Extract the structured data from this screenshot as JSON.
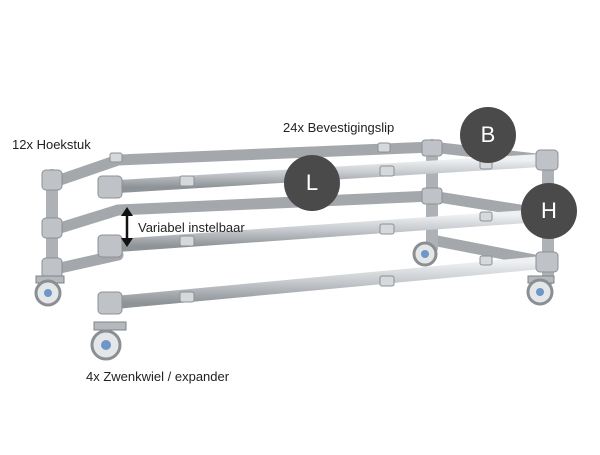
{
  "labels": {
    "corner_pieces": "12x Hoekstuk",
    "clips": "24x Bevestigingslip",
    "adjustable": "Variabel instelbaar",
    "wheels": "4x Zwenkwiel / expander"
  },
  "badges": {
    "length": "L",
    "width": "B",
    "height": "H"
  },
  "colors": {
    "tube": "#c9ccd0",
    "tube_dark": "#9a9ea3",
    "badge": "#4a4a4a"
  }
}
